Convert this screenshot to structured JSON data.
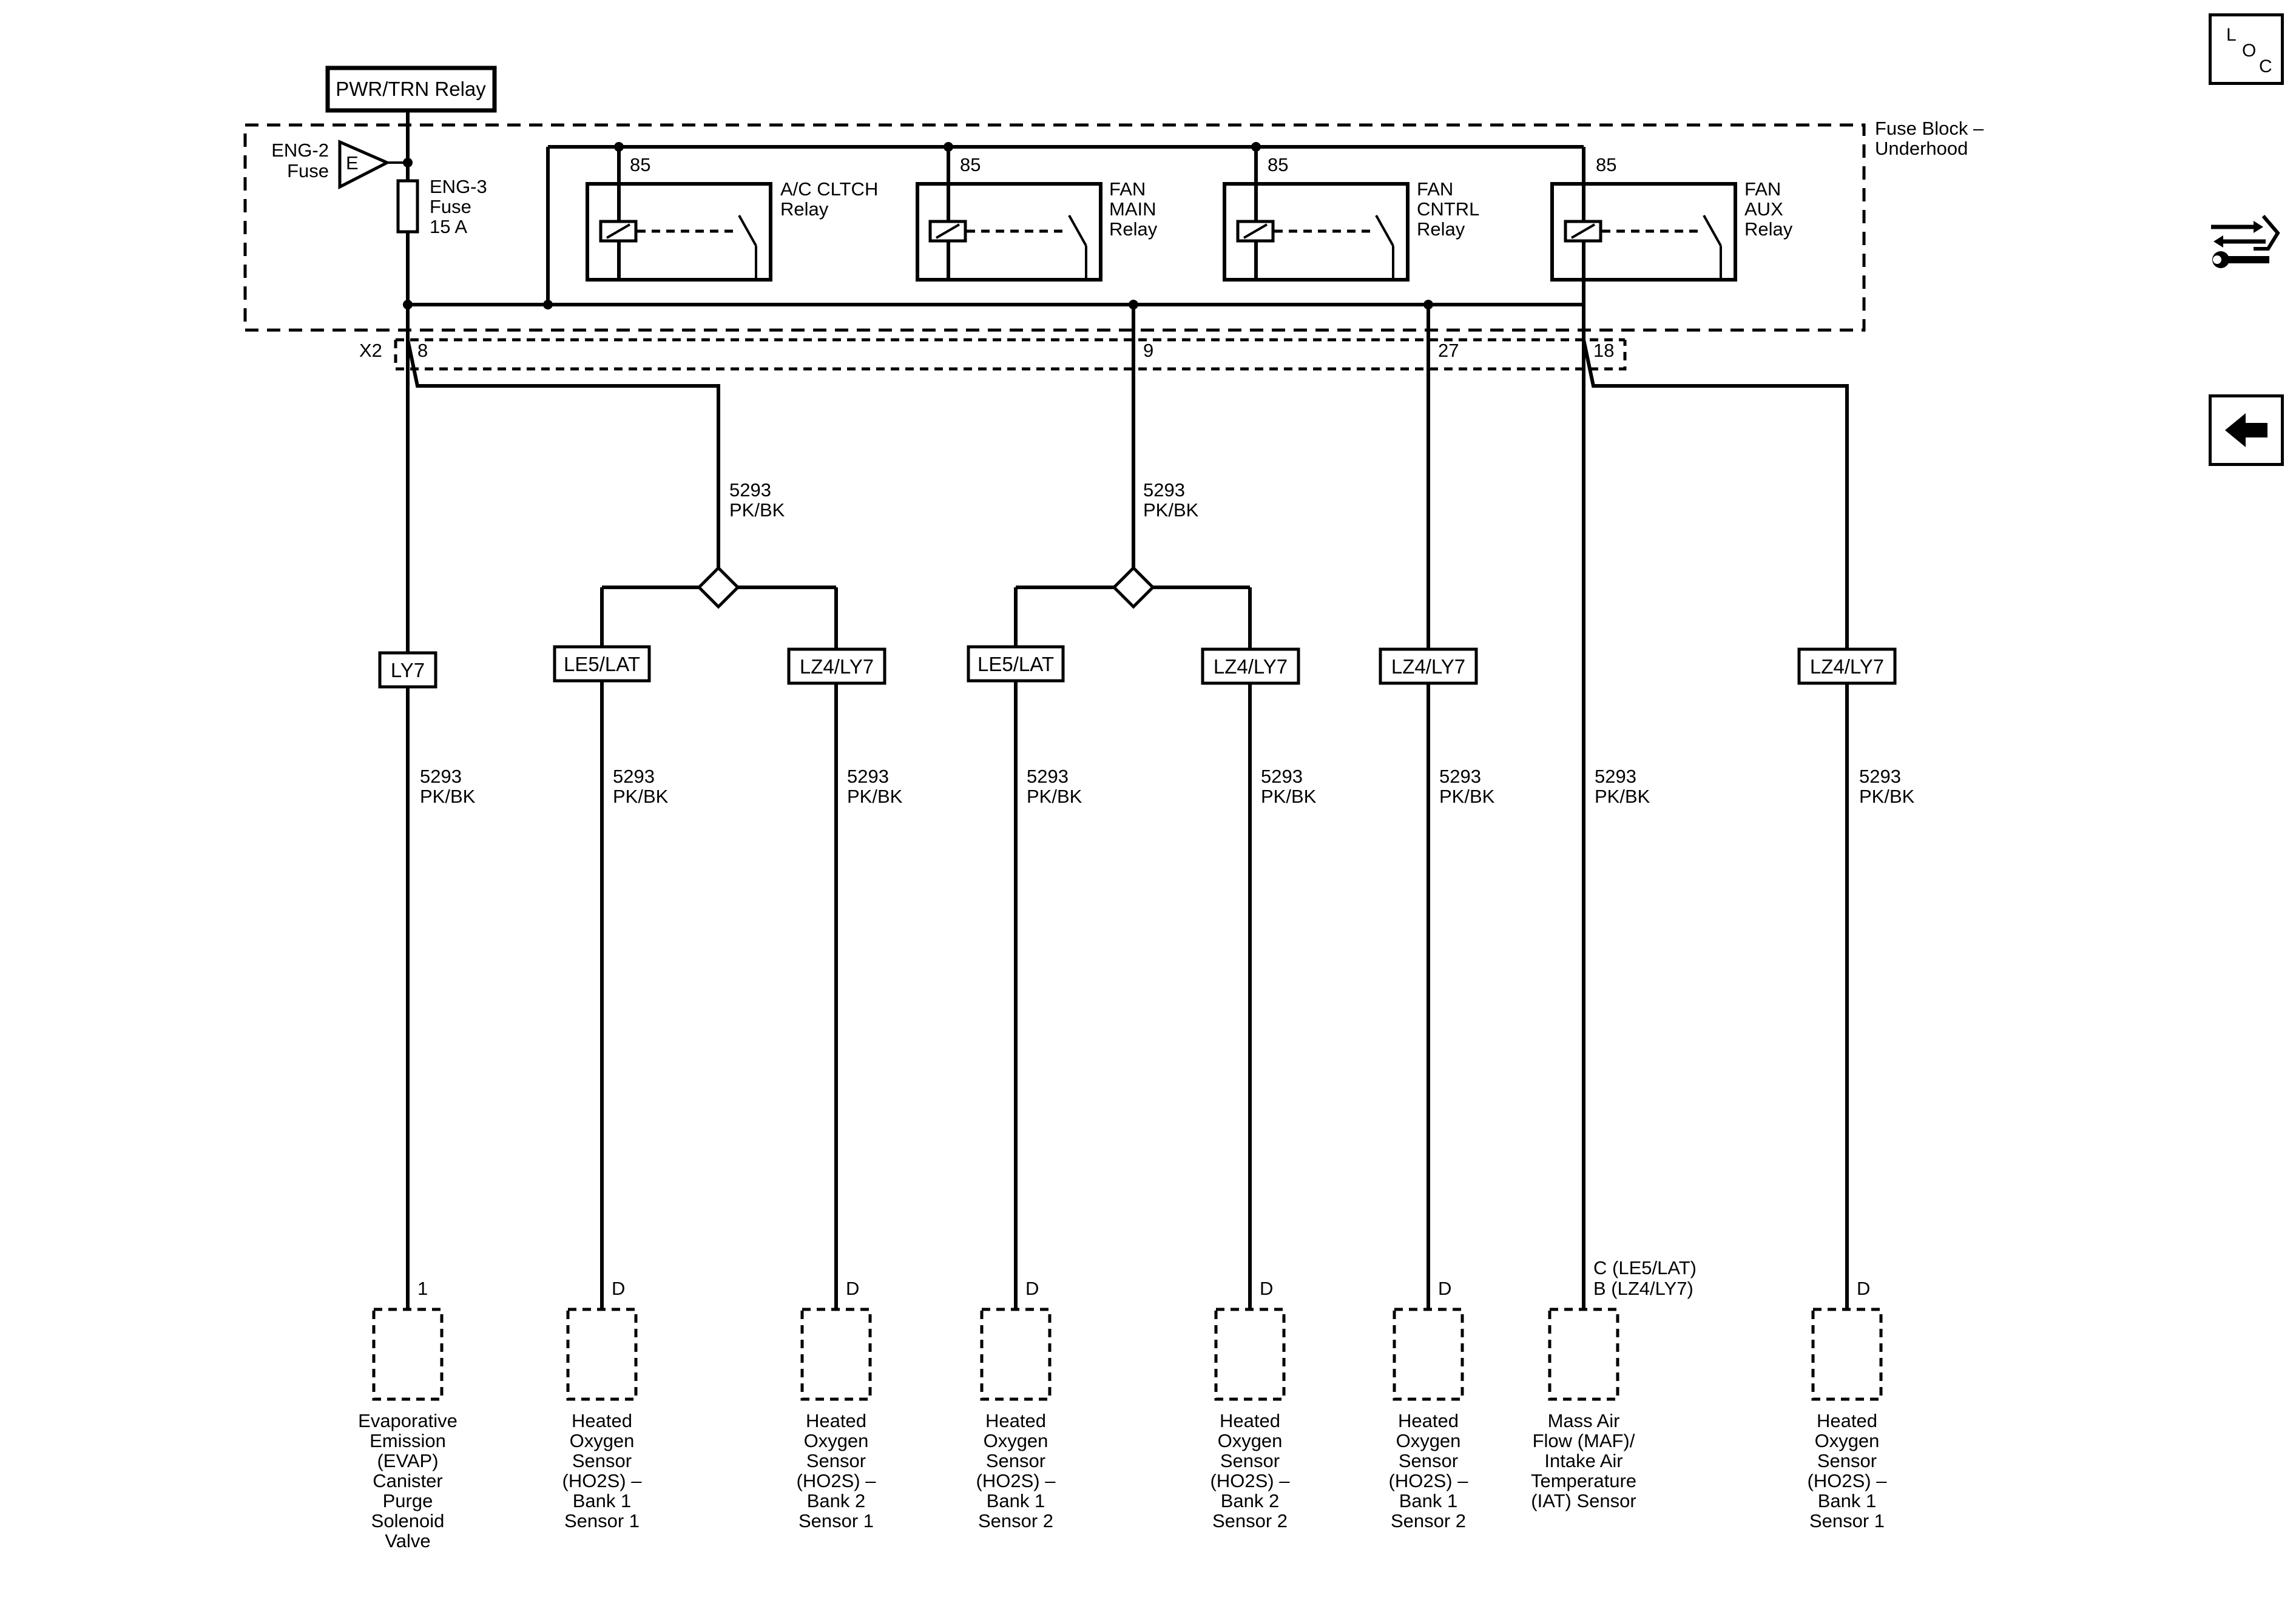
{
  "relay_header": "PWR/TRN Relay",
  "fuse_block": {
    "line1": "Fuse Block –",
    "line2": "Underhood"
  },
  "eng2_fuse": {
    "line1": "ENG-2",
    "line2": "Fuse",
    "symbol": "E"
  },
  "eng3_fuse": {
    "line1": "ENG-3",
    "line2": "Fuse",
    "line3": "15 A"
  },
  "relays": [
    {
      "pin": "85",
      "line1": "A/C CLTCH",
      "line2": "Relay",
      "line3": ""
    },
    {
      "pin": "85",
      "line1": "FAN",
      "line2": "MAIN",
      "line3": "Relay"
    },
    {
      "pin": "85",
      "line1": "FAN",
      "line2": "CNTRL",
      "line3": "Relay"
    },
    {
      "pin": "85",
      "line1": "FAN",
      "line2": "AUX",
      "line3": "Relay"
    }
  ],
  "connector": {
    "name": "X2",
    "pins": [
      "8",
      "9",
      "27",
      "18"
    ]
  },
  "splice_wire": {
    "circuit": "5293",
    "color": "PK/BK"
  },
  "branches": [
    {
      "option": "LY7",
      "circuit": "5293",
      "color": "PK/BK",
      "pin": "1",
      "pin2": "",
      "component": [
        "Evaporative",
        "Emission",
        "(EVAP)",
        "Canister",
        "Purge",
        "Solenoid",
        "Valve"
      ]
    },
    {
      "option": "LE5/LAT",
      "circuit": "5293",
      "color": "PK/BK",
      "pin": "D",
      "pin2": "",
      "component": [
        "Heated",
        "Oxygen",
        "Sensor",
        "(HO2S) –",
        "Bank 1",
        "Sensor 1"
      ]
    },
    {
      "option": "LZ4/LY7",
      "circuit": "5293",
      "color": "PK/BK",
      "pin": "D",
      "pin2": "",
      "component": [
        "Heated",
        "Oxygen",
        "Sensor",
        "(HO2S) –",
        "Bank 2",
        "Sensor 1"
      ]
    },
    {
      "option": "LE5/LAT",
      "circuit": "5293",
      "color": "PK/BK",
      "pin": "D",
      "pin2": "",
      "component": [
        "Heated",
        "Oxygen",
        "Sensor",
        "(HO2S) –",
        "Bank 1",
        "Sensor 2"
      ]
    },
    {
      "option": "LZ4/LY7",
      "circuit": "5293",
      "color": "PK/BK",
      "pin": "D",
      "pin2": "",
      "component": [
        "Heated",
        "Oxygen",
        "Sensor",
        "(HO2S) –",
        "Bank 2",
        "Sensor 2"
      ]
    },
    {
      "option": "LZ4/LY7",
      "circuit": "5293",
      "color": "PK/BK",
      "pin": "D",
      "pin2": "",
      "component": [
        "Heated",
        "Oxygen",
        "Sensor",
        "(HO2S) –",
        "Bank 1",
        "Sensor 2"
      ]
    },
    {
      "option": "",
      "circuit": "5293",
      "color": "PK/BK",
      "pin": "C (LE5/LAT)",
      "pin2": "B (LZ4/LY7)",
      "component": [
        "Mass Air",
        "Flow (MAF)/",
        "Intake Air",
        "Temperature",
        "(IAT) Sensor"
      ]
    },
    {
      "option": "LZ4/LY7",
      "circuit": "5293",
      "color": "PK/BK",
      "pin": "D",
      "pin2": "",
      "component": [
        "Heated",
        "Oxygen",
        "Sensor",
        "(HO2S) –",
        "Bank 1",
        "Sensor 1"
      ]
    }
  ],
  "nav": {
    "loc": {
      "l": "L",
      "o": "O",
      "c": "C"
    },
    "connector_icon": "connector-tool-icon",
    "back_icon": "back-arrow-icon"
  }
}
